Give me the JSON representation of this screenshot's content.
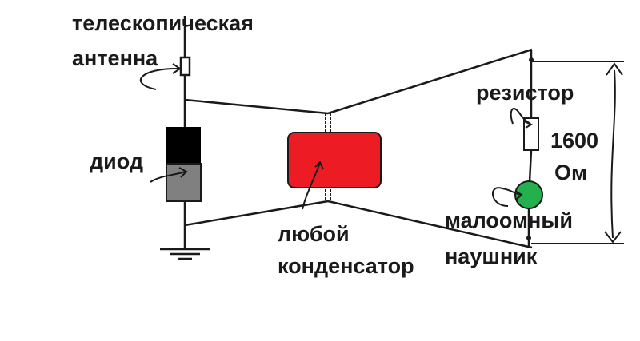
{
  "labels": {
    "antenna_line1": "телескопическая",
    "antenna_line2": "антенна",
    "diode": "диод",
    "resistor": "резистор",
    "resistance_value": "1600",
    "resistance_unit": "Ом",
    "capacitor_line1": "любой",
    "capacitor_line2": "конденсатор",
    "earphone_line1": "малоомный",
    "earphone_line2": "наушник"
  },
  "colors": {
    "wire": "#1a1a1a",
    "diode_top": "#000000",
    "diode_bottom": "#808080",
    "capacitor": "#ed1c24",
    "earphone": "#22b14c",
    "resistor": "#ffffff",
    "background": "#ffffff"
  }
}
